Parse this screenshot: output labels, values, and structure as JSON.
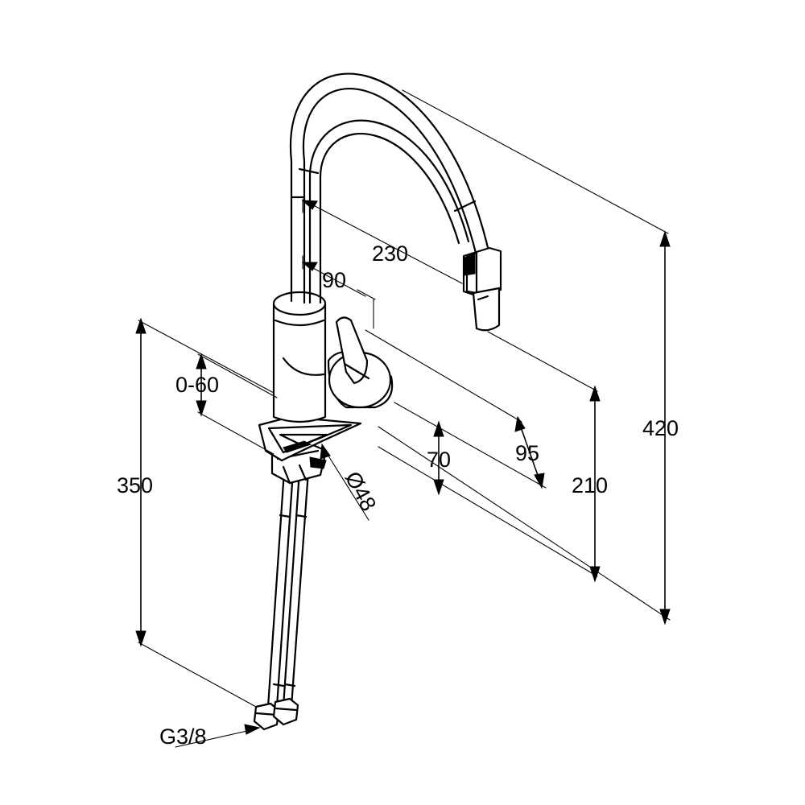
{
  "dimensions": {
    "spout_reach": "230",
    "spout_swivel": "90",
    "height_total": "420",
    "height_outlet": "210",
    "handle_reach": "95",
    "base_height": "70",
    "deck_thickness": "0-60",
    "hose_length": "350",
    "base_diameter": "Ø48",
    "connection_thread": "G3/8"
  },
  "colors": {
    "line": "#000000",
    "background": "#ffffff"
  }
}
